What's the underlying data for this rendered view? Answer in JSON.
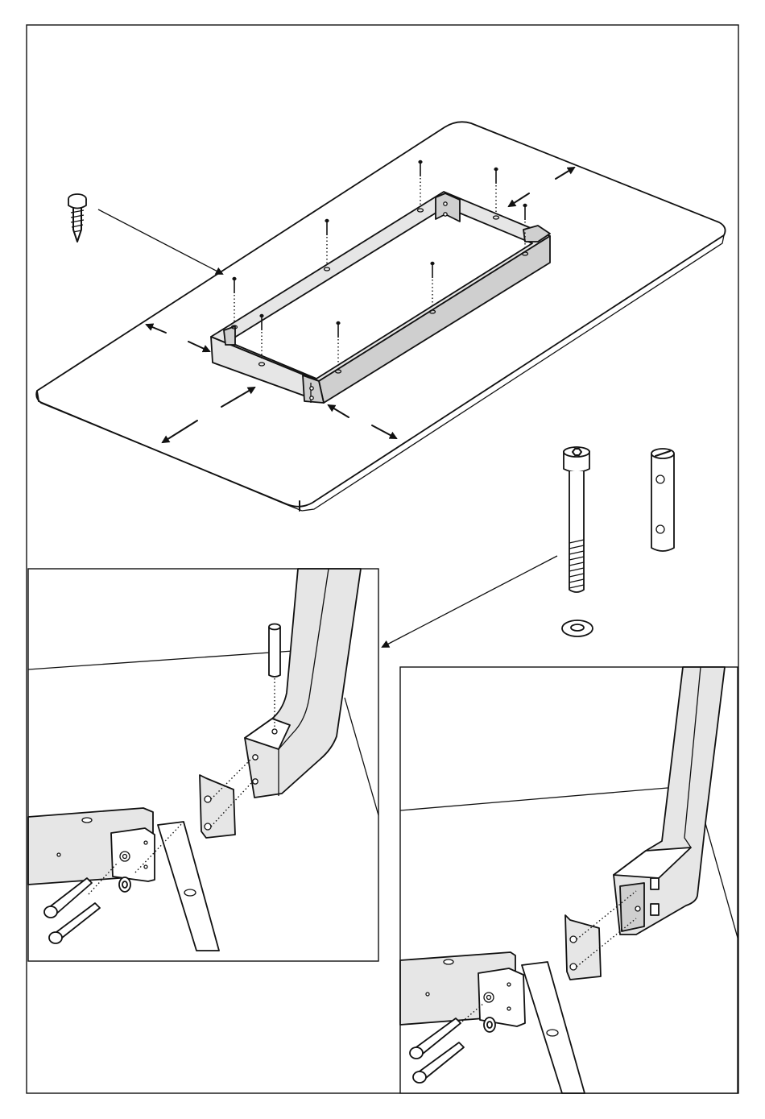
{
  "figure": {
    "border_color": "#111111",
    "part_fill": "#e6e6e6",
    "part_shade": "#cfcfcf",
    "steps": [
      {
        "name": "tabletop-frame-step"
      },
      {
        "name": "leg-pin-detail"
      },
      {
        "name": "leg-bracket-detail"
      }
    ],
    "parts": [
      {
        "icon": "wood-screw-icon"
      },
      {
        "icon": "hex-bolt-icon"
      },
      {
        "icon": "slotted-pin-icon"
      },
      {
        "icon": "washer-icon"
      }
    ]
  }
}
